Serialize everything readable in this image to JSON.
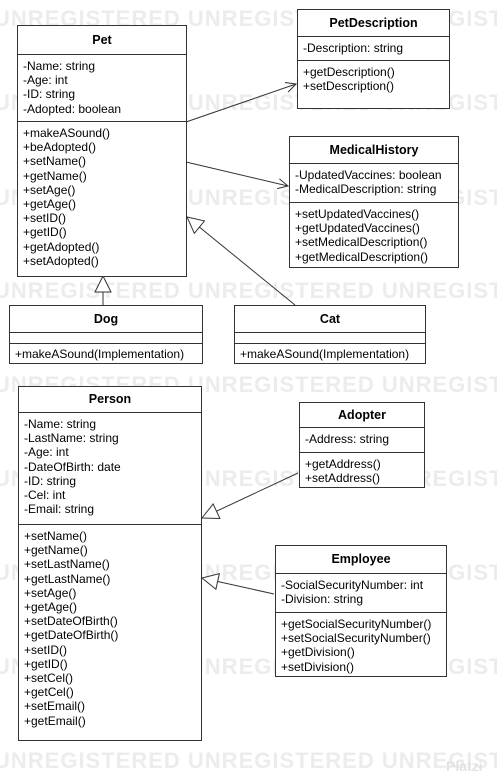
{
  "watermark": {
    "text": "UNREGISTERED UNREGISTERED UNREGISTERED"
  },
  "logo": {
    "text": "Platzi"
  },
  "classes": {
    "pet": {
      "name": "Pet",
      "attributes": [
        "-Name: string",
        "-Age: int",
        "-ID: string",
        "-Adopted: boolean"
      ],
      "methods": [
        "+makeASound()",
        "+beAdopted()",
        "+setName()",
        "+getName()",
        "+setAge()",
        "+getAge()",
        "+setID()",
        "+getID()",
        "+getAdopted()",
        "+setAdopted()"
      ]
    },
    "pet_description": {
      "name": "PetDescription",
      "attributes": [
        "-Description: string"
      ],
      "methods": [
        "+getDescription()",
        "+setDescription()"
      ]
    },
    "medical_history": {
      "name": "MedicalHistory",
      "attributes": [
        "-UpdatedVaccines: boolean",
        "-MedicalDescription: string"
      ],
      "methods": [
        "+setUpdatedVaccines()",
        "+getUpdatedVaccines()",
        "+setMedicalDescription()",
        "+getMedicalDescription()"
      ]
    },
    "dog": {
      "name": "Dog",
      "attributes": [],
      "methods": [
        "+makeASound(Implementation)"
      ]
    },
    "cat": {
      "name": "Cat",
      "attributes": [],
      "methods": [
        "+makeASound(Implementation)"
      ]
    },
    "person": {
      "name": "Person",
      "attributes": [
        "-Name: string",
        "-LastName: string",
        "-Age: int",
        "-DateOfBirth: date",
        "-ID: string",
        "-Cel: int",
        "-Email: string"
      ],
      "methods": [
        "+setName()",
        "+getName()",
        "+setLastName()",
        "+getLastName()",
        "+setAge()",
        "+getAge()",
        "+setDateOfBirth()",
        "+getDateOfBirth()",
        "+setID()",
        "+getID()",
        "+setCel()",
        "+getCel()",
        "+setEmail()",
        "+getEmail()"
      ]
    },
    "adopter": {
      "name": "Adopter",
      "attributes": [
        "-Address: string"
      ],
      "methods": [
        "+getAddress()",
        "+setAddress()"
      ]
    },
    "employee": {
      "name": "Employee",
      "attributes": [
        "-SocialSecurityNumber: int",
        "-Division: string"
      ],
      "methods": [
        "+getSocialSecurityNumber()",
        "+setSocialSecurityNumber()",
        "+getDivision()",
        "+setDivision()"
      ]
    }
  },
  "relations": [
    {
      "type": "association",
      "from": "pet",
      "to": "pet_description"
    },
    {
      "type": "association",
      "from": "pet",
      "to": "medical_history"
    },
    {
      "type": "generalization",
      "from": "dog",
      "to": "pet"
    },
    {
      "type": "generalization",
      "from": "cat",
      "to": "pet"
    },
    {
      "type": "generalization",
      "from": "adopter",
      "to": "person"
    },
    {
      "type": "generalization",
      "from": "employee",
      "to": "person"
    }
  ]
}
